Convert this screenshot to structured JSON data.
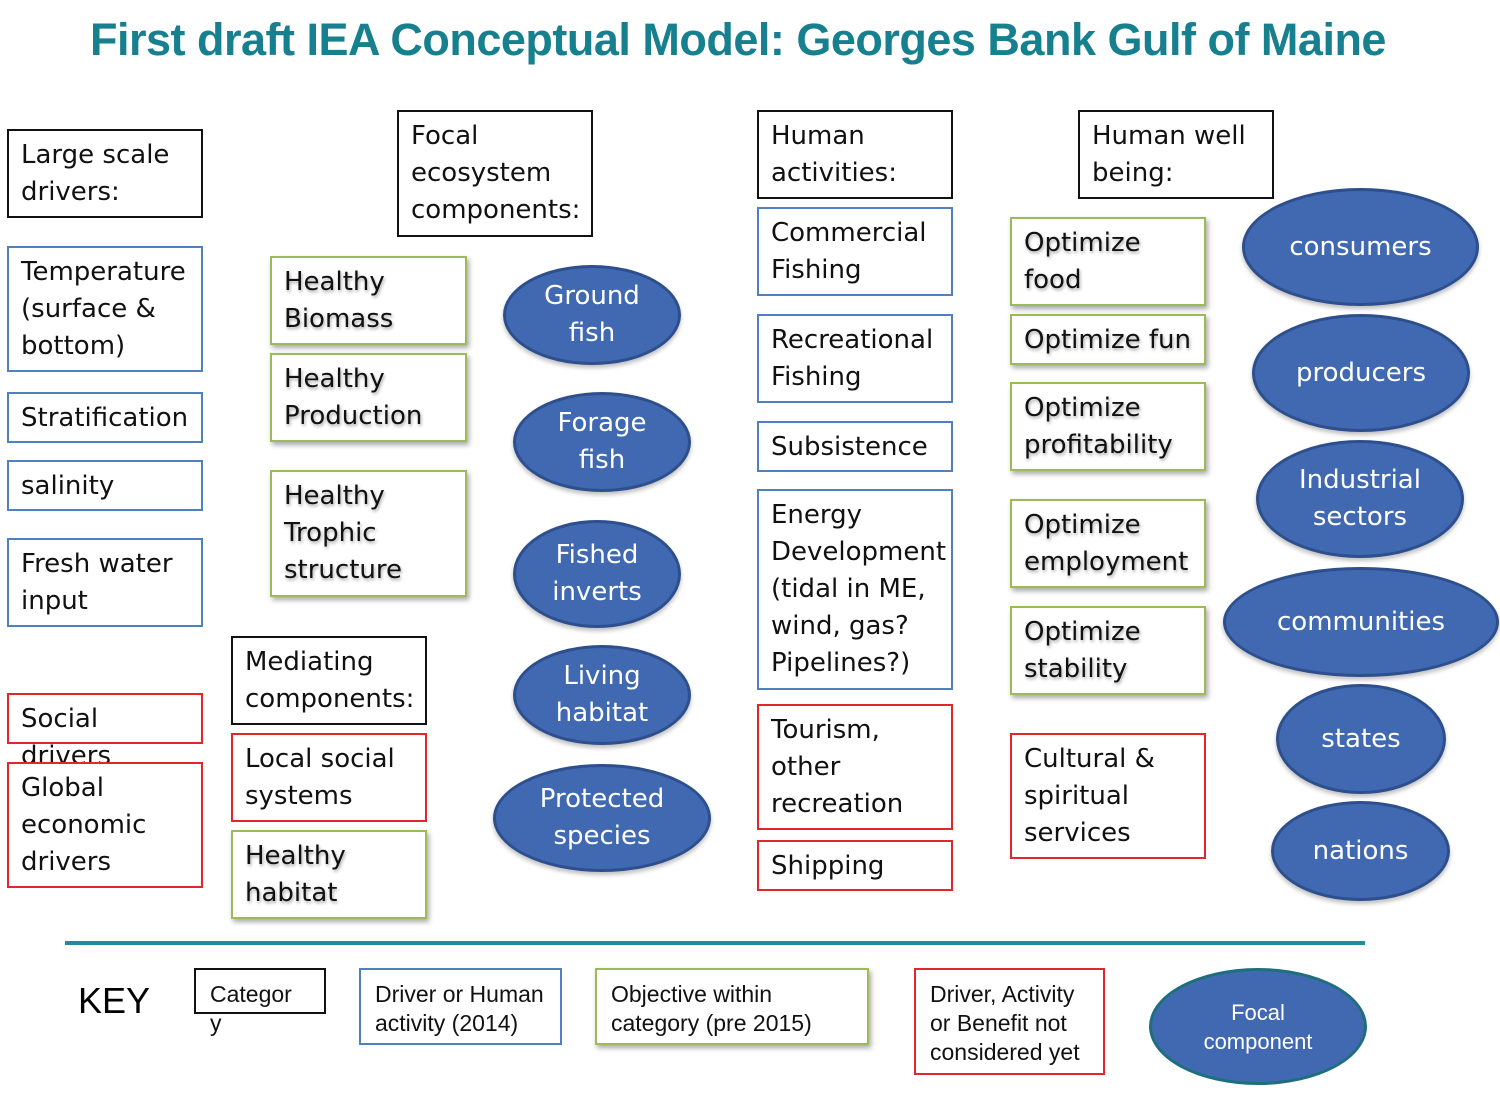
{
  "title": "First draft IEA Conceptual Model: Georges Bank Gulf of Maine",
  "columns": {
    "drivers": {
      "header": [
        "Large scale",
        "drivers:"
      ],
      "items": [
        [
          "Temperature",
          "(surface &",
          "bottom)"
        ],
        [
          "Stratification"
        ],
        [
          "salinity"
        ],
        [
          "Fresh water",
          "input"
        ]
      ],
      "social": [
        [
          "Social drivers"
        ],
        [
          "Global",
          "economic",
          "drivers"
        ]
      ]
    },
    "focal": {
      "header": [
        "Focal",
        "ecosystem",
        "components:"
      ],
      "objectives": [
        [
          "Healthy",
          "Biomass"
        ],
        [
          "Healthy",
          "Production"
        ],
        [
          "Healthy",
          "Trophic",
          "structure"
        ]
      ],
      "components": [
        [
          "Ground",
          "fish"
        ],
        [
          "Forage",
          "fish"
        ],
        [
          "Fished",
          "inverts"
        ],
        [
          "Living",
          "habitat"
        ],
        [
          "Protected",
          "species"
        ]
      ]
    },
    "mediating": {
      "header": [
        "Mediating",
        "components:"
      ],
      "local_social": [
        "Local social",
        "systems"
      ],
      "habitat": [
        "Healthy",
        "habitat"
      ]
    },
    "activities": {
      "header": [
        "Human",
        "activities:"
      ],
      "items": [
        [
          "Commercial",
          "Fishing"
        ],
        [
          "Recreational",
          "Fishing"
        ],
        [
          "Subsistence"
        ],
        [
          "Energy",
          "Development",
          "(tidal in ME,",
          "wind, gas?",
          "Pipelines?)"
        ]
      ],
      "not_considered": [
        [
          "Tourism,",
          "other",
          "recreation"
        ],
        [
          "Shipping"
        ]
      ]
    },
    "wellbeing": {
      "header": [
        "Human well",
        "being:"
      ],
      "objectives": [
        [
          "Optimize",
          "food"
        ],
        [
          "Optimize fun"
        ],
        [
          "Optimize",
          "profitability"
        ],
        [
          "Optimize",
          "employment"
        ],
        [
          "Optimize",
          "stability"
        ]
      ],
      "not_considered": [
        "Cultural &",
        "spiritual",
        "services"
      ],
      "components": [
        [
          "consumers"
        ],
        [
          "producers"
        ],
        [
          "Industrial",
          "sectors"
        ],
        [
          "communities"
        ],
        [
          "states"
        ],
        [
          "nations"
        ]
      ]
    }
  },
  "key": {
    "label": "KEY",
    "category": "Categor y",
    "driver": "Driver or Human activity (2014)",
    "objective": "Objective within category (pre 2015)",
    "not_considered": "Driver, Activity or Benefit not considered yet",
    "focal": "Focal component"
  },
  "colors": {
    "title": "#17808f",
    "category_border": "#111111",
    "driver_border": "#4f81bd",
    "objective_border": "#9bbb59",
    "not_considered_border": "#e3262b",
    "ellipse_fill": "#4169b1",
    "divider": "#1e8c9c"
  }
}
